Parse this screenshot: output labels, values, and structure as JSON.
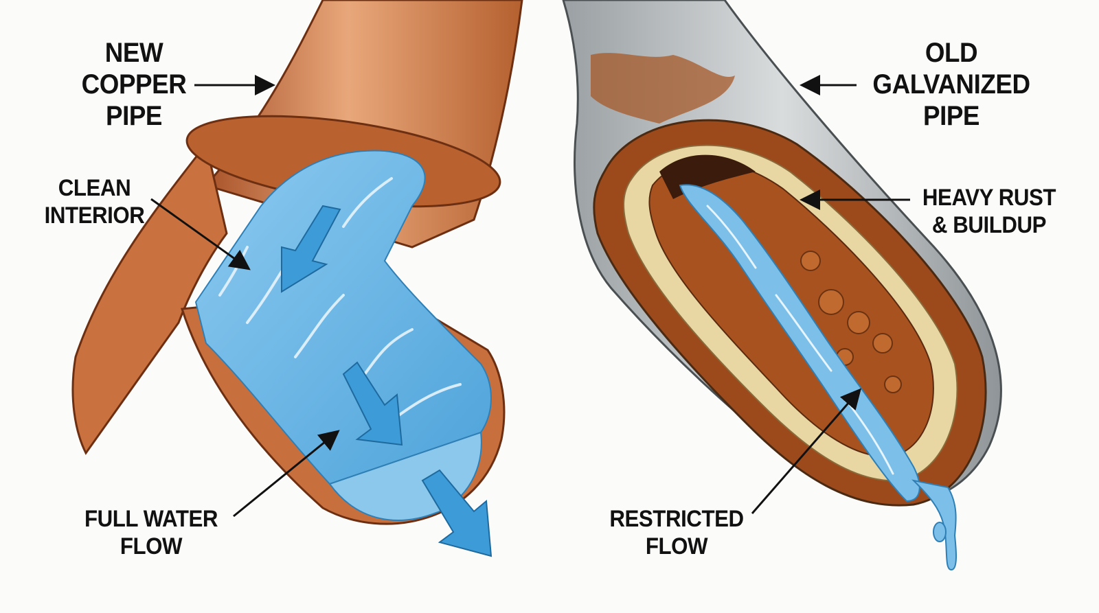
{
  "labels": {
    "new_copper_pipe": "NEW\nCOPPER\nPIPE",
    "clean_interior": "CLEAN\nINTERIOR",
    "full_water_flow": "FULL WATER\nFLOW",
    "old_galvanized_pipe": "OLD\nGALVANIZED\nPIPE",
    "heavy_rust_buildup": "HEAVY RUST\n& BUILDUP",
    "restricted_flow": "RESTRICTED\nFLOW"
  },
  "colors": {
    "copper": "#c8703f",
    "copper_light": "#e8a77a",
    "copper_dark": "#8a3f1c",
    "water": "#6fb6e4",
    "water_light": "#a9d6f2",
    "arrow_blue": "#3d9bd8",
    "galvanized": "#b9bdbf",
    "galvanized_dark": "#7e8386",
    "rust": "#9c4a1c",
    "scale": "#e8d7a2"
  }
}
